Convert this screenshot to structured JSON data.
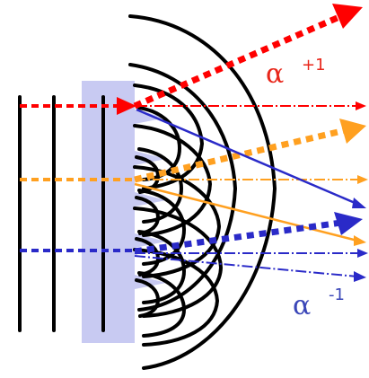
{
  "labels": {
    "plus_order_symbol": "α",
    "plus_order_exponent": "+1",
    "minus_order_symbol": "α",
    "minus_order_exponent": "-1"
  },
  "colors": {
    "background": "#ffffff",
    "grating_fill": "#c8caf2",
    "wavefronts": "#000000",
    "red_beam": "#ff0000",
    "orange_beam": "#ffa020",
    "blue_beam": "#2a2ac8",
    "plus_label": "#e8261a",
    "minus_label": "#3a46b8"
  }
}
